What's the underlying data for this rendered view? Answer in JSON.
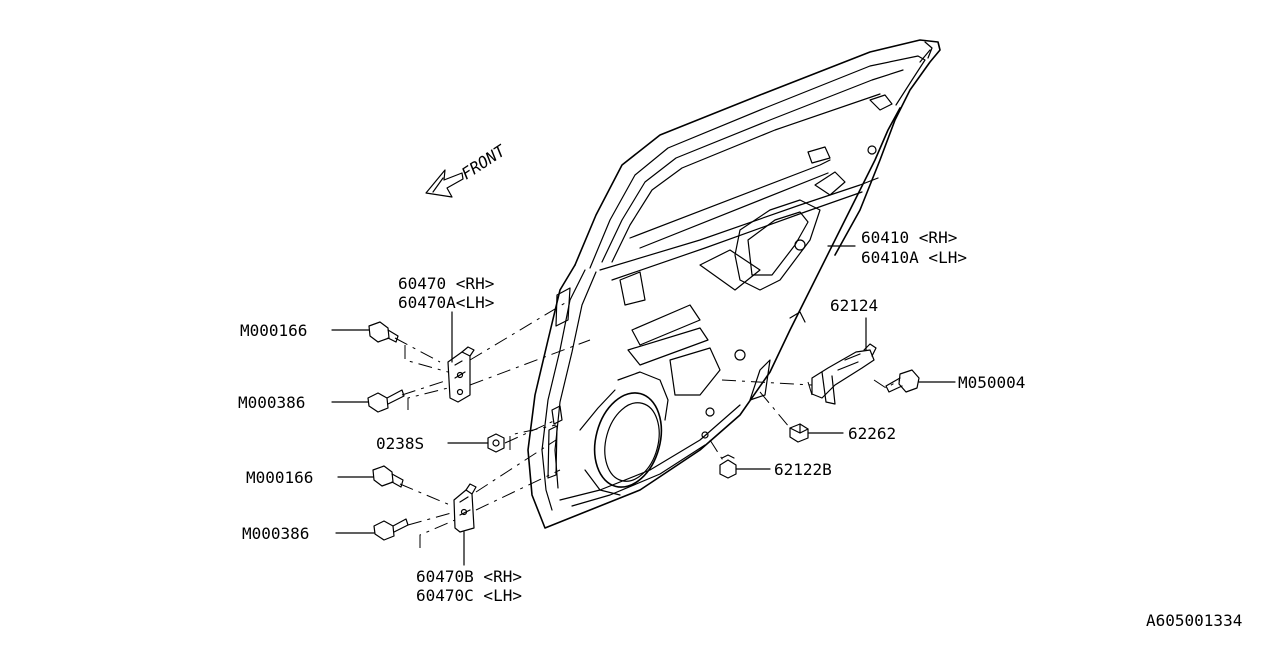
{
  "diagram": {
    "front_label": "FRONT",
    "door_label": {
      "rh": "60410  <RH>",
      "lh": "60410A <LH>"
    },
    "upper_hinge_label": {
      "rh": "60470  <RH>",
      "lh": "60470A<LH>"
    },
    "lower_hinge_label": {
      "rh": "60470B <RH>",
      "lh": "60470C <LH>"
    },
    "parts": {
      "bolt_upper_1": "M000166",
      "bolt_upper_2": "M000386",
      "nut": "0238S",
      "bolt_lower_1": "M000166",
      "bolt_lower_2": "M000386",
      "checker": "62124",
      "checker_bolt": "M050004",
      "stopper": "62262",
      "plug": "62122B"
    },
    "figure_id": "A605001334"
  }
}
